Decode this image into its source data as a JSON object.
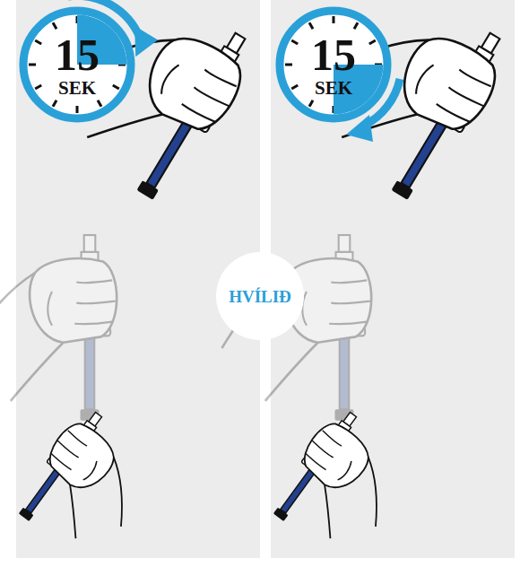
{
  "diagram": {
    "nodes": [
      {
        "text": [
          "15",
          "SEK"
        ]
      },
      {
        "text": [
          "15",
          "SEK"
        ]
      },
      {
        "text": [
          "HVÍLIÐ"
        ]
      }
    ]
  }
}
